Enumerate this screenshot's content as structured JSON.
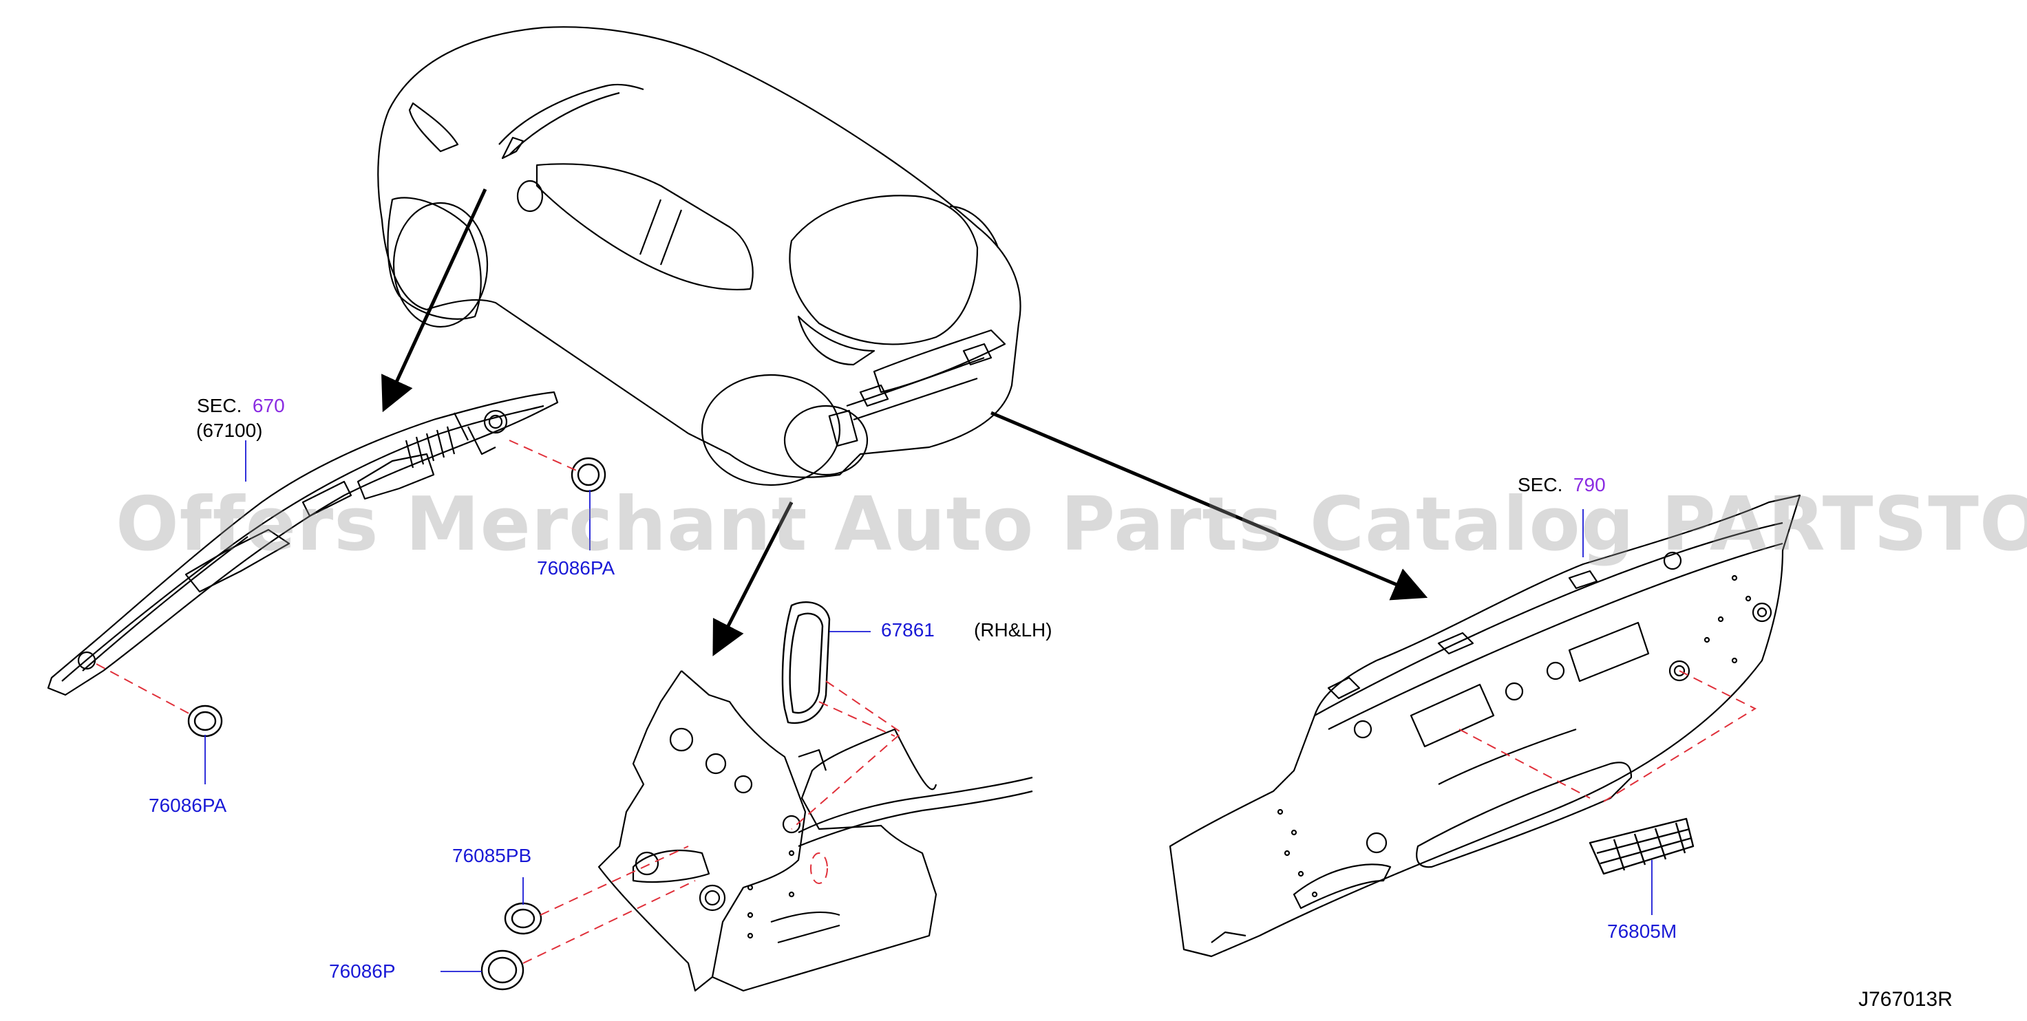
{
  "watermark": "Offers Merchant Auto Parts Catalog PARTSTORE.SA",
  "diagram_code": "J767013R",
  "sections": {
    "left": {
      "prefix": "SEC.",
      "number": "670",
      "sub": "(67100)"
    },
    "right": {
      "prefix": "SEC.",
      "number": "790"
    }
  },
  "parts": {
    "p_76086PA_top": "76086PA",
    "p_76086PA_bottom": "76086PA",
    "p_67861": "67861",
    "p_67861_note": "(RH&LH)",
    "p_76085PB": "76085PB",
    "p_76086P": "76086P",
    "p_76805M": "76805M"
  },
  "colors": {
    "line": "#000000",
    "part_number": "#1a1ad6",
    "section_number": "#8a2be2",
    "dashed_leader": "#e0303a"
  }
}
